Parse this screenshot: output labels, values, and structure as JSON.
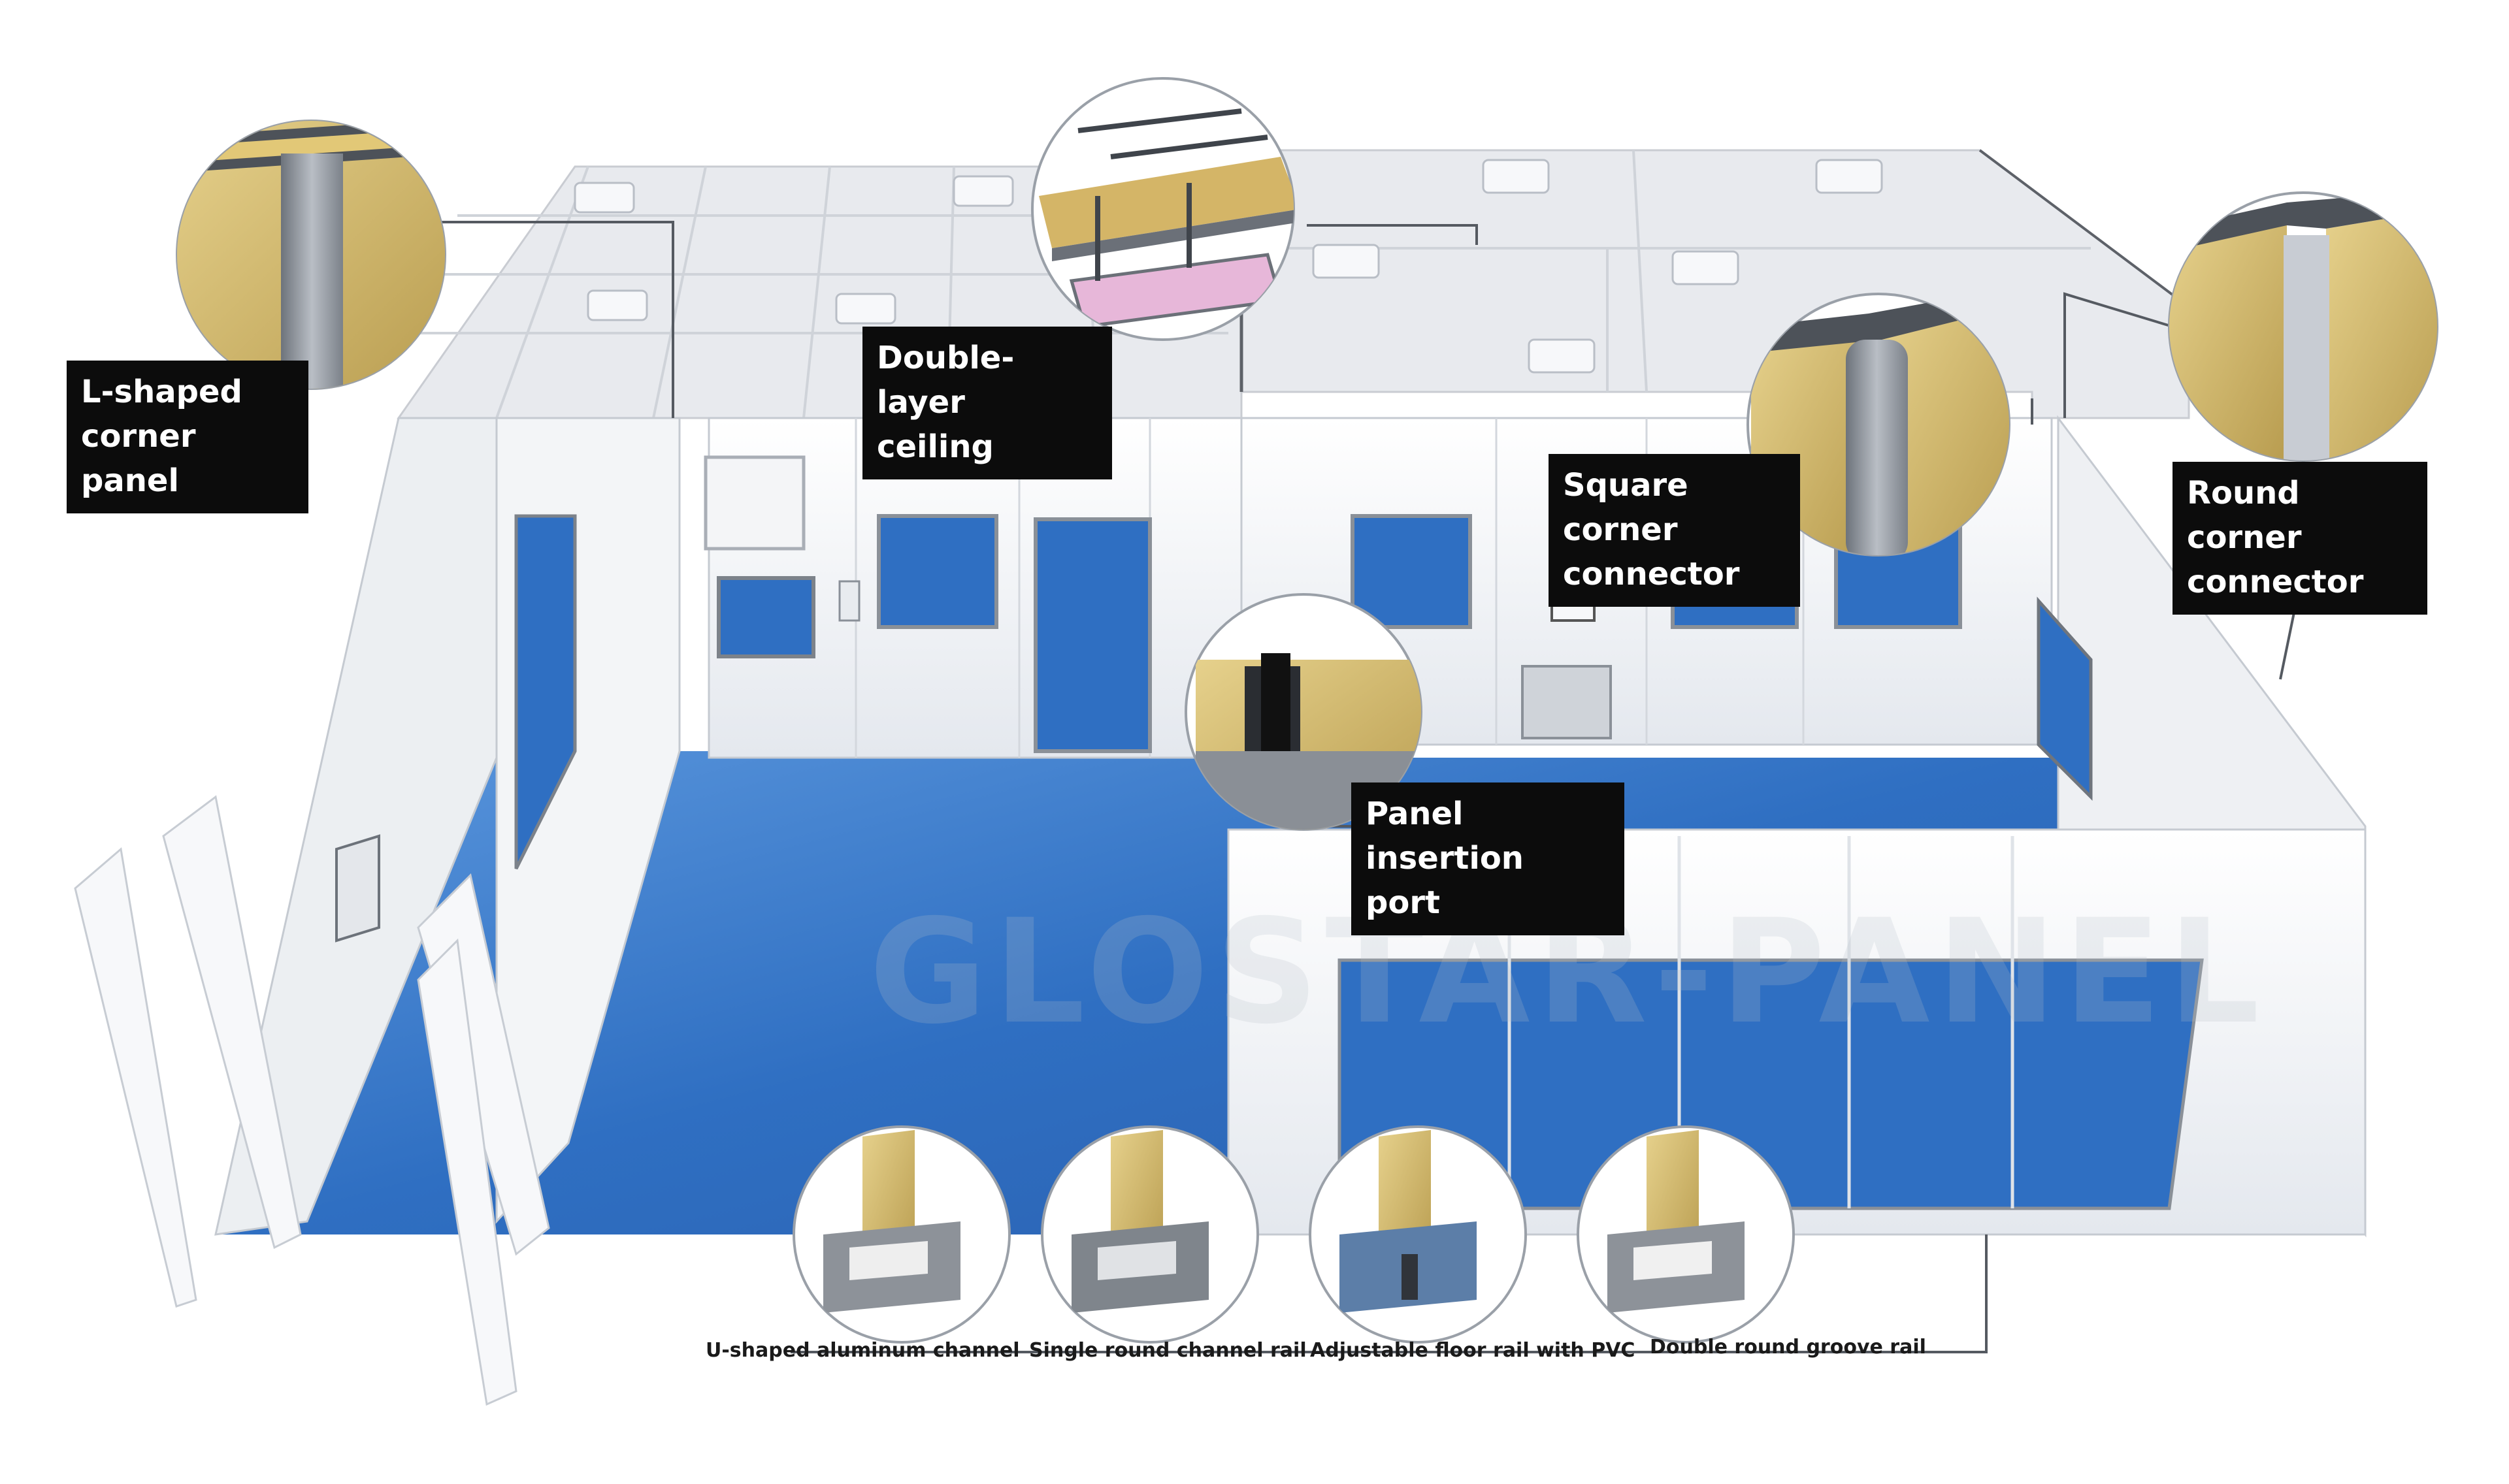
{
  "callouts": {
    "l_shaped_corner_panel": "L-shaped\ncorner panel",
    "double_layer_ceiling": "Double-layer\nceiling",
    "square_corner_connector": "Square corner\nconnector",
    "round_corner_connector": "Round corner\nconnector",
    "panel_insertion_port": "Panel insertion\nport"
  },
  "rails": [
    "U-shaped aluminum channel",
    "Single round channel rail",
    "Adjustable floor rail with PVC",
    "Double round groove rail"
  ],
  "watermark": "GLOSTAR-PANEL",
  "colors": {
    "floor_blue": "#2f6fc2",
    "floor_blue_light": "#4a8ad6",
    "wall_white": "#f1f3f6",
    "ceiling_grey": "#e6e8ec",
    "panel_core": "#d8c27a",
    "callout_bg": "#0c0c0c"
  }
}
